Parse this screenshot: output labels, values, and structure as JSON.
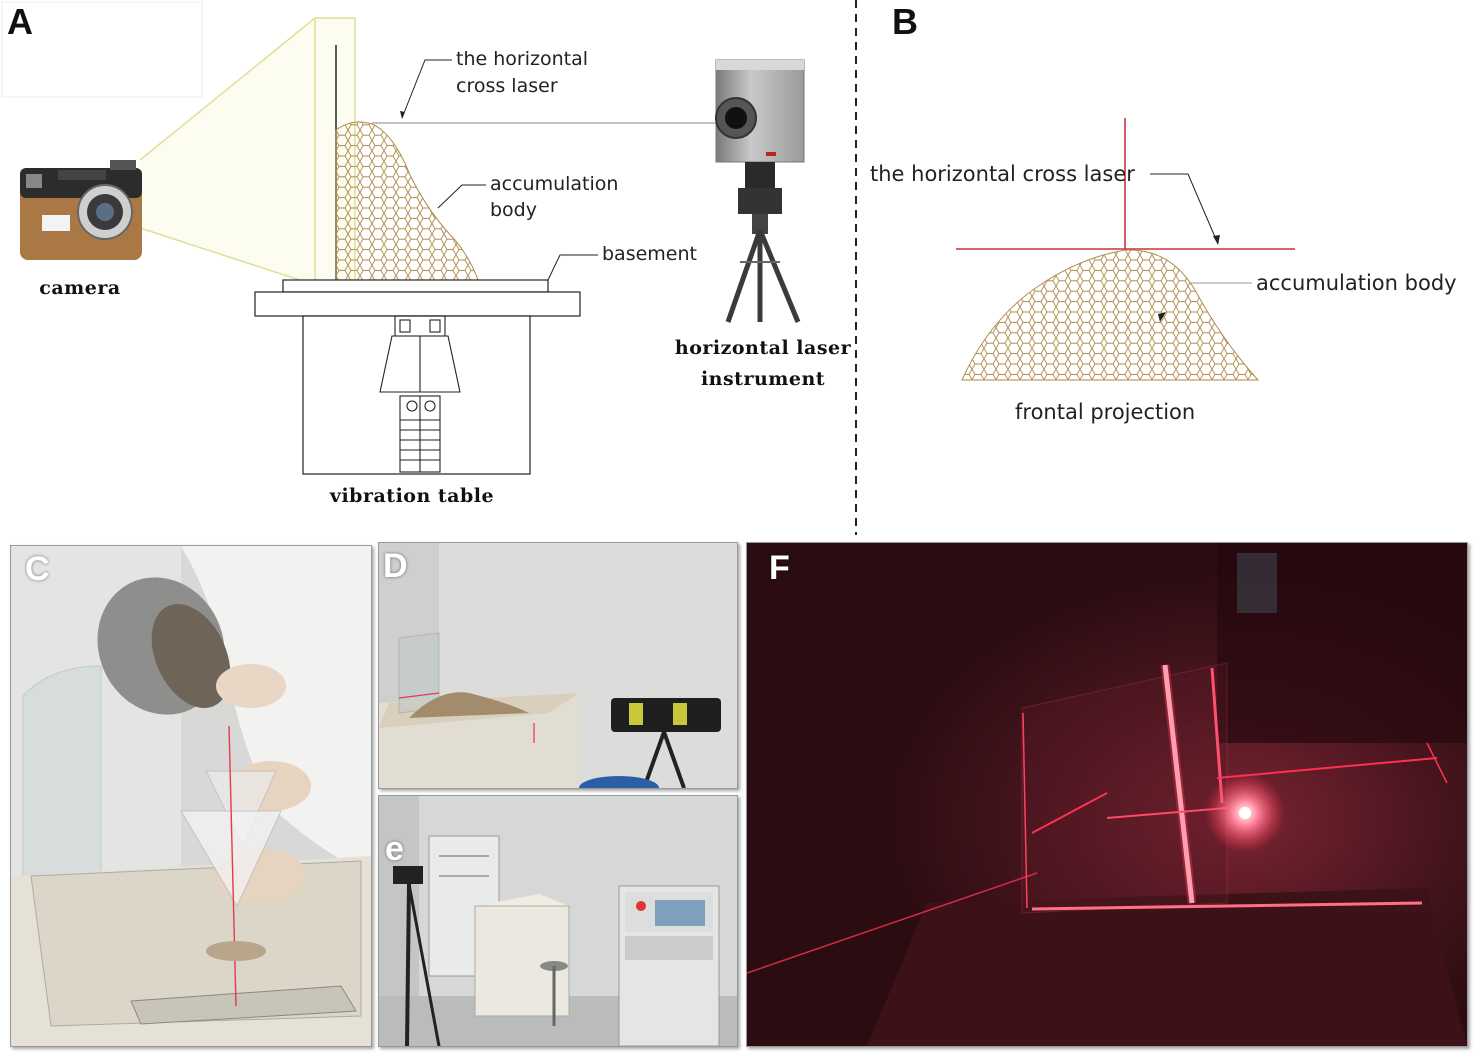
{
  "panels": {
    "a": {
      "letter": "A"
    },
    "b": {
      "letter": "B"
    },
    "c": {
      "letter": "C"
    },
    "d": {
      "letter": "D"
    },
    "e": {
      "letter": "e"
    },
    "f": {
      "letter": "F"
    }
  },
  "diagram_a": {
    "laser_label_line1": "the horizontal",
    "laser_label_line2": "cross laser",
    "body_label_line1": "accumulation",
    "body_label_line2": "body",
    "basement_label": "basement",
    "camera_label": "camera",
    "instrument_label_line1": "horizontal  laser",
    "instrument_label_line2": "instrument",
    "table_label": "vibration  table"
  },
  "diagram_b": {
    "laser_label": "the horizontal cross laser",
    "body_label": "accumulation body",
    "projection_label": "frontal projection"
  },
  "colors": {
    "hex_pattern": "#b08a4a",
    "laser_red": "#c8323c",
    "camera_frame": "#e0df98",
    "photo_f_bg": "#3a1218"
  }
}
